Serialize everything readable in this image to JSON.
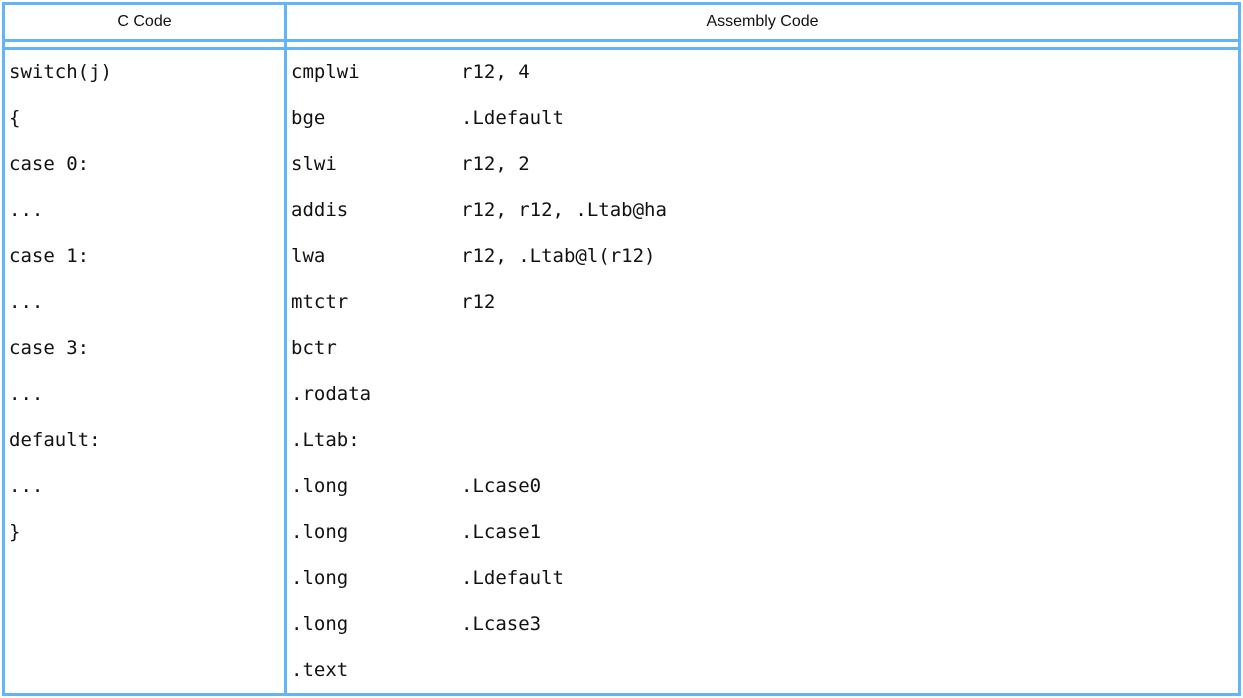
{
  "colors": {
    "border": "#64b5f6",
    "text": "#111111",
    "background": "#ffffff"
  },
  "table": {
    "columns": [
      {
        "label": "C Code"
      },
      {
        "label": "Assembly Code"
      }
    ],
    "rows": [
      {
        "c": "switch(j)",
        "asm_op": "cmplwi",
        "asm_args": "r12, 4"
      },
      {
        "c": "{",
        "asm_op": "bge",
        "asm_args": ".Ldefault"
      },
      {
        "c": "case 0:",
        "asm_op": "slwi",
        "asm_args": "r12, 2"
      },
      {
        "c": "...",
        "asm_op": "addis",
        "asm_args": "r12, r12, .Ltab@ha"
      },
      {
        "c": "case 1:",
        "asm_op": "lwa",
        "asm_args": "r12, .Ltab@l(r12)"
      },
      {
        "c": "...",
        "asm_op": "mtctr",
        "asm_args": "r12"
      },
      {
        "c": "case 3:",
        "asm_op": "bctr",
        "asm_args": ""
      },
      {
        "c": "...",
        "asm_op": ".rodata",
        "asm_args": ""
      },
      {
        "c": "default:",
        "asm_op": ".Ltab:",
        "asm_args": ""
      },
      {
        "c": "...",
        "asm_op": ".long",
        "asm_args": ".Lcase0"
      },
      {
        "c": "}",
        "asm_op": ".long",
        "asm_args": ".Lcase1"
      },
      {
        "c": "",
        "asm_op": ".long",
        "asm_args": ".Ldefault"
      },
      {
        "c": "",
        "asm_op": ".long",
        "asm_args": ".Lcase3"
      },
      {
        "c": "",
        "asm_op": ".text",
        "asm_args": ""
      }
    ]
  }
}
